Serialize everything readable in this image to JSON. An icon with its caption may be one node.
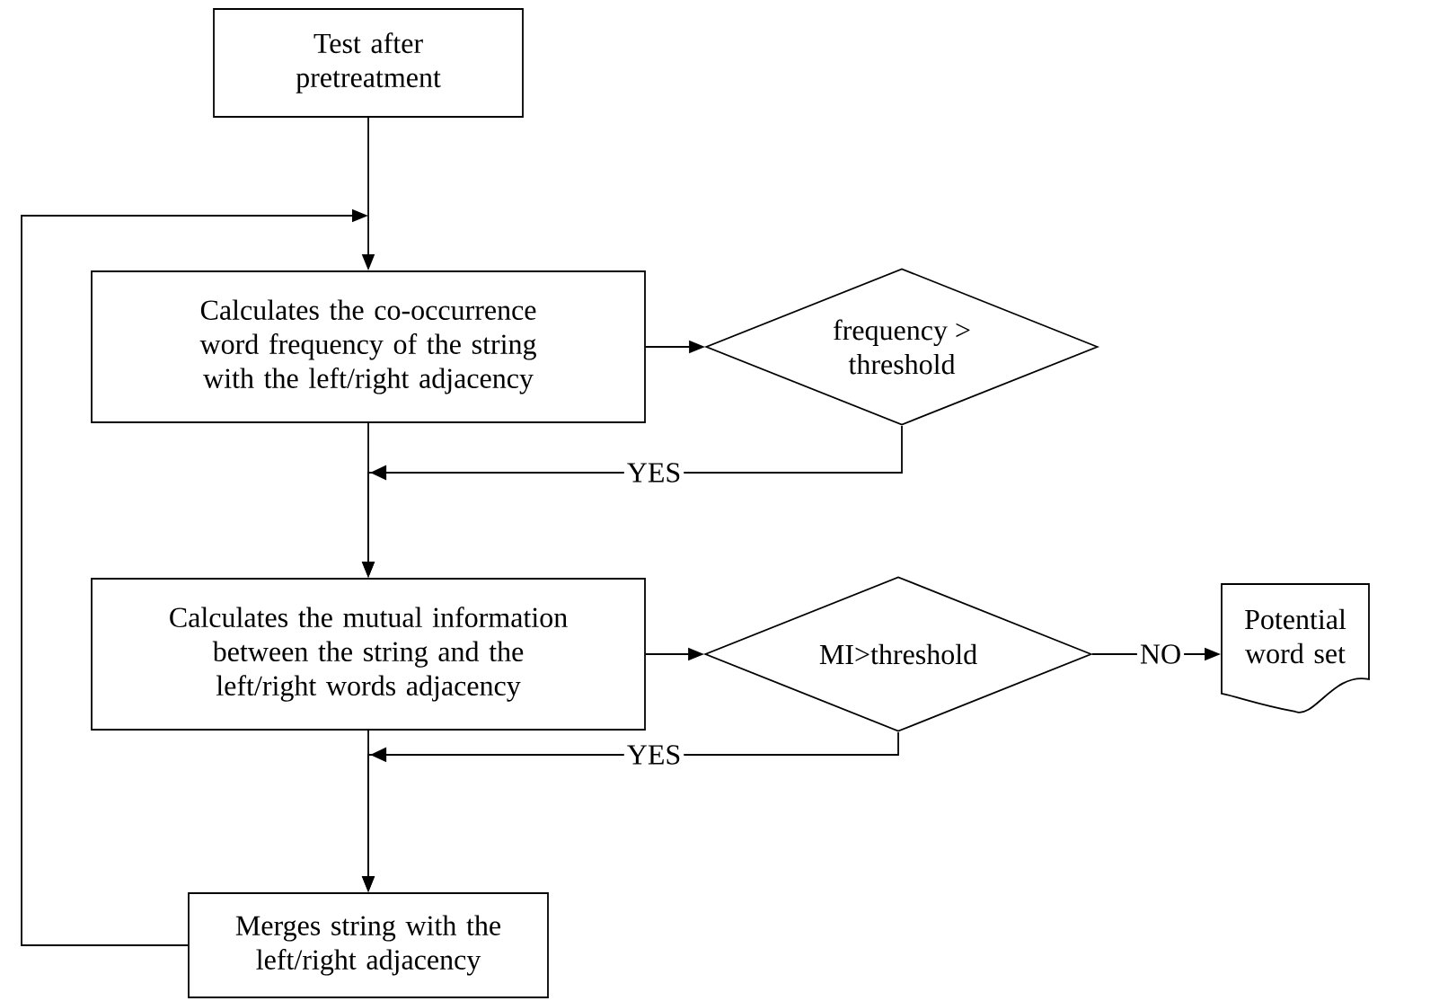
{
  "diagram": {
    "nodes": [
      {
        "text": [
          "Test after pretreatment"
        ]
      },
      {
        "text": [
          "Calculates the co-occurrence word frequency of the string with the left/right adjacency"
        ]
      },
      {
        "text": [
          "frequency > threshold"
        ]
      },
      {
        "text": [
          "Calculates the mutual information between the string and the left/right words adjacency"
        ]
      },
      {
        "text": [
          "MI>threshold"
        ]
      },
      {
        "text": [
          "Potential word set"
        ]
      },
      {
        "text": [
          "Merges string with the left/right adjacency"
        ]
      }
    ],
    "edges": [
      {
        "from": 0,
        "to": 1,
        "arrow": "to"
      },
      {
        "from": 1,
        "to": 2,
        "arrow": "to"
      },
      {
        "from": 2,
        "to": 3,
        "arrow": "to",
        "label": "YES"
      },
      {
        "from": 1,
        "to": 3,
        "arrow": "to"
      },
      {
        "from": 3,
        "to": 4,
        "arrow": "to"
      },
      {
        "from": 4,
        "to": 5,
        "arrow": "to",
        "label": "NO"
      },
      {
        "from": 4,
        "to": 6,
        "arrow": "to",
        "label": "YES"
      },
      {
        "from": 3,
        "to": 6,
        "arrow": "to"
      },
      {
        "from": 6,
        "to": 1,
        "arrow": "to"
      }
    ]
  }
}
